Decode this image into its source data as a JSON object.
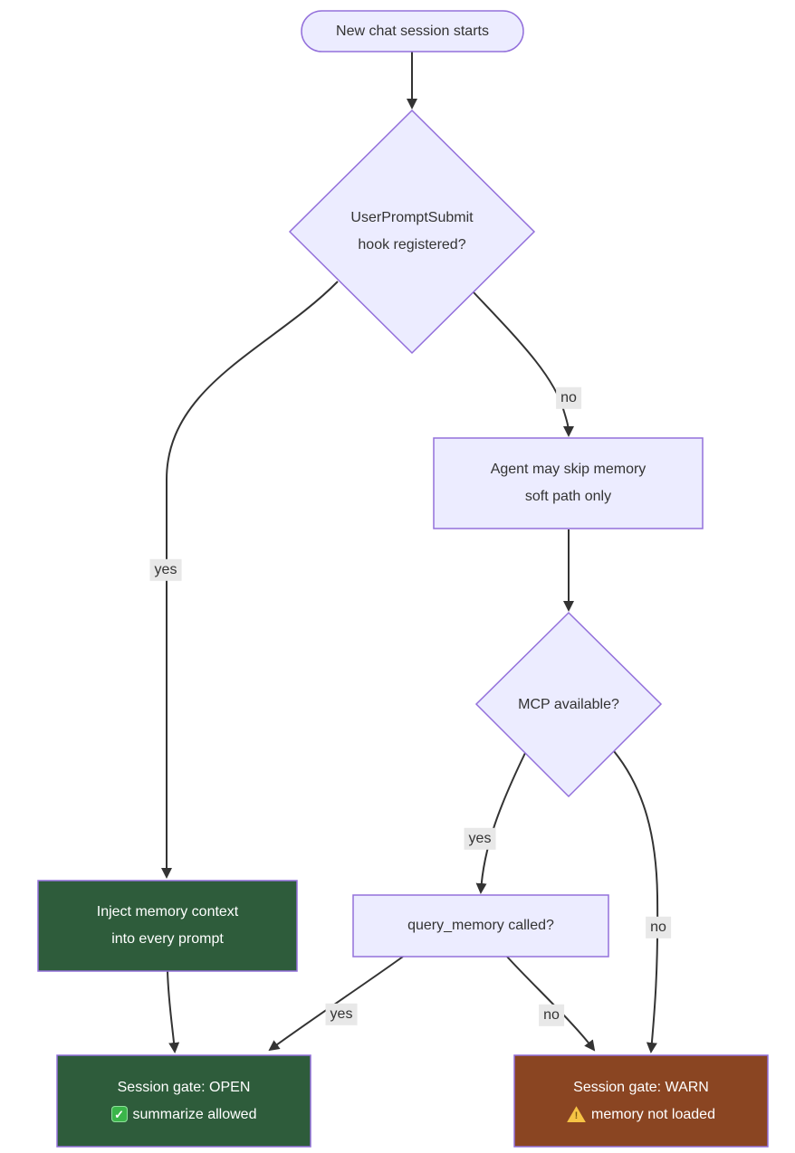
{
  "diagram": {
    "nodes": {
      "start": {
        "label": "New chat session starts"
      },
      "hook_decision": {
        "label": "UserPromptSubmit\nhook registered?"
      },
      "skip_memory": {
        "label": "Agent may skip memory\nsoft path only"
      },
      "mcp_decision": {
        "label": "MCP available?"
      },
      "query_memory": {
        "label": "query_memory called?"
      },
      "inject_context": {
        "label": "Inject memory context\ninto every prompt"
      },
      "gate_open": {
        "line1": "Session gate: OPEN",
        "line2": "summarize allowed",
        "icon": "check-icon"
      },
      "gate_warn": {
        "line1": "Session gate: WARN",
        "line2": "memory not loaded",
        "icon": "warning-icon"
      }
    },
    "edge_labels": {
      "hook_yes": "yes",
      "hook_no": "no",
      "mcp_yes": "yes",
      "mcp_no": "no",
      "query_yes": "yes",
      "query_no": "no"
    },
    "icons": {
      "check_glyph": "✓",
      "warning_glyph": "!"
    },
    "colors": {
      "background": "#FFFFFF",
      "node_fill": "#ECECFF",
      "node_border": "#9370DB",
      "success_fill": "#2E5C3B",
      "warn_fill": "#8A4522",
      "edge": "#333333",
      "edge_label_bg": "#E8E8E8",
      "text": "#333333",
      "text_on_dark": "#FFFFFF",
      "check_icon": "#3BB54A",
      "warning_icon": "#F6C445"
    }
  }
}
